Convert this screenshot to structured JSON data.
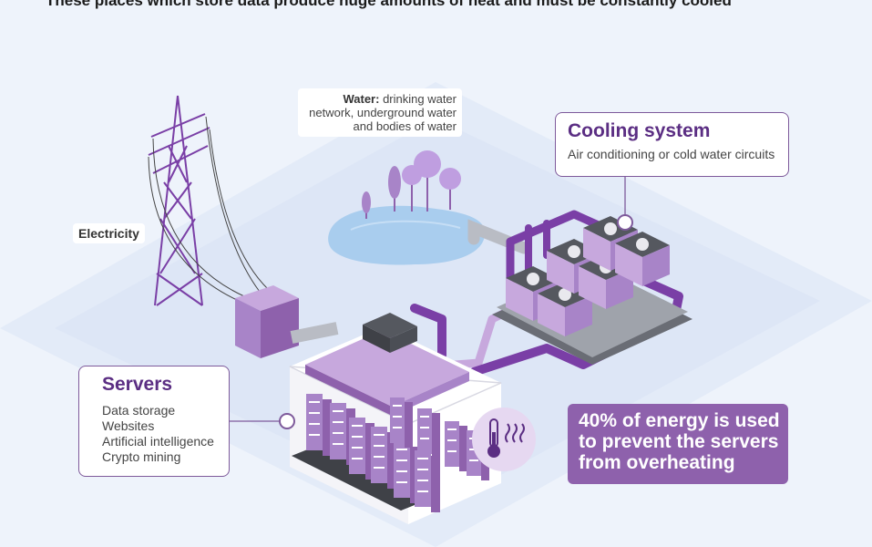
{
  "headline": "These places which store data produce huge amounts of heat and must be constantly cooled",
  "electricity": {
    "label": "Electricity"
  },
  "water": {
    "label_bold": "Water:",
    "label_rest": "drinking water network, underground water and bodies of water"
  },
  "cooling": {
    "title": "Cooling system",
    "subtitle": "Air conditioning or cold water circuits"
  },
  "servers": {
    "title": "Servers",
    "items": [
      "Data storage",
      "Websites",
      "Artificial intelligence",
      "Crypto mining"
    ]
  },
  "energy_note": {
    "lines": [
      "40% of energy is used",
      "to prevent the servers",
      "from overheating"
    ]
  },
  "colors": {
    "purple_dark": "#5b2e83",
    "purple_main": "#8e61ac",
    "purple_light": "#c7a8dd",
    "water": "#a9cdee",
    "background": "#eef3fb"
  },
  "icons": [
    "power-pylon-icon",
    "tree-icon",
    "thermometer-icon",
    "heat-waves-icon",
    "fan-icon",
    "server-rack-icon"
  ]
}
